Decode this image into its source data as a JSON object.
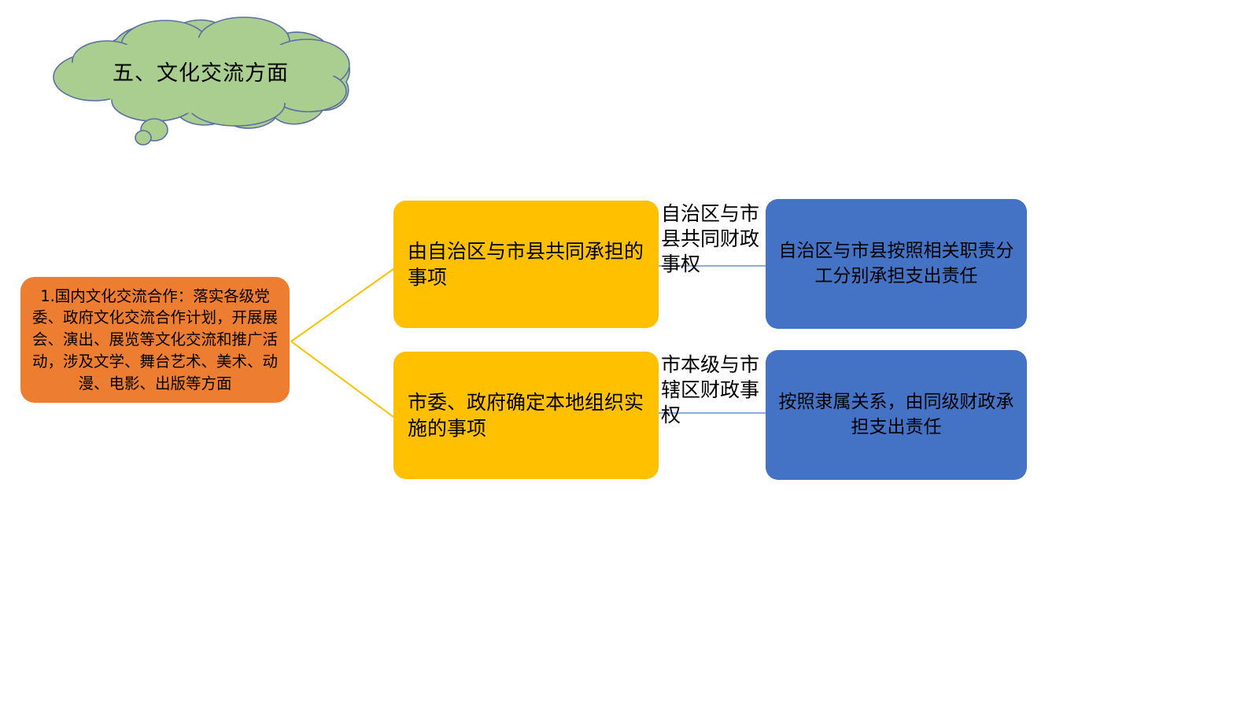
{
  "title_callout": {
    "shape": "cloud-callout",
    "text": "五、文化交流方面",
    "fill": "#A9CE8F",
    "stroke": "#5B6FA6"
  },
  "colors": {
    "source_fill": "#ED7D31",
    "branch_fill": "#FFC000",
    "result_fill": "#4472C4",
    "connector_left": "#FFC000",
    "connector_right": "#8FAADC",
    "text": "#000000",
    "background": "#FFFFFF"
  },
  "source_node": {
    "text": "1.国内文化交流合作：落实各级党委、政府文化交流合作计划，开展展会、演出、展览等文化交流和推广活动，涉及文学、舞台艺术、美术、动漫、电影、出版等方面"
  },
  "branches": [
    {
      "branch_text": "由自治区与市县共同承担的事项",
      "mid_label": "自治区与市县共同财政事权",
      "result_text": "自治区与市县按照相关职责分工分别承担支出责任"
    },
    {
      "branch_text": "市委、政府确定本地组织实施的事项",
      "mid_label": "市本级与市辖区财政事权",
      "result_text": "按照隶属关系，由同级财政承担支出责任"
    }
  ]
}
